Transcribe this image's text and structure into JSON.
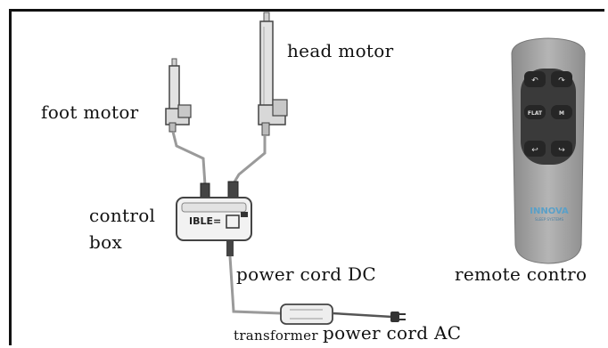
{
  "labels": {
    "head_motor": "head motor",
    "foot_motor": "foot motor",
    "control_box_line1": "control",
    "control_box_line2": "box",
    "power_cord_dc": "power cord DC",
    "transformer": "transformer",
    "power_cord_ac": "power cord AC",
    "remote_control": "remote contro"
  },
  "remote": {
    "brand": "INNOVA",
    "tagline": "SLEEP SYSTEMS",
    "flat_button": "FLAT",
    "memory_button": "M"
  },
  "control_box_text": "IBLE=",
  "colors": {
    "line": "#111111",
    "cable": "#9a9a9a",
    "remote_body": "#9b9b9b",
    "remote_button": "#262626",
    "brand_accent": "#5aa0c8"
  }
}
